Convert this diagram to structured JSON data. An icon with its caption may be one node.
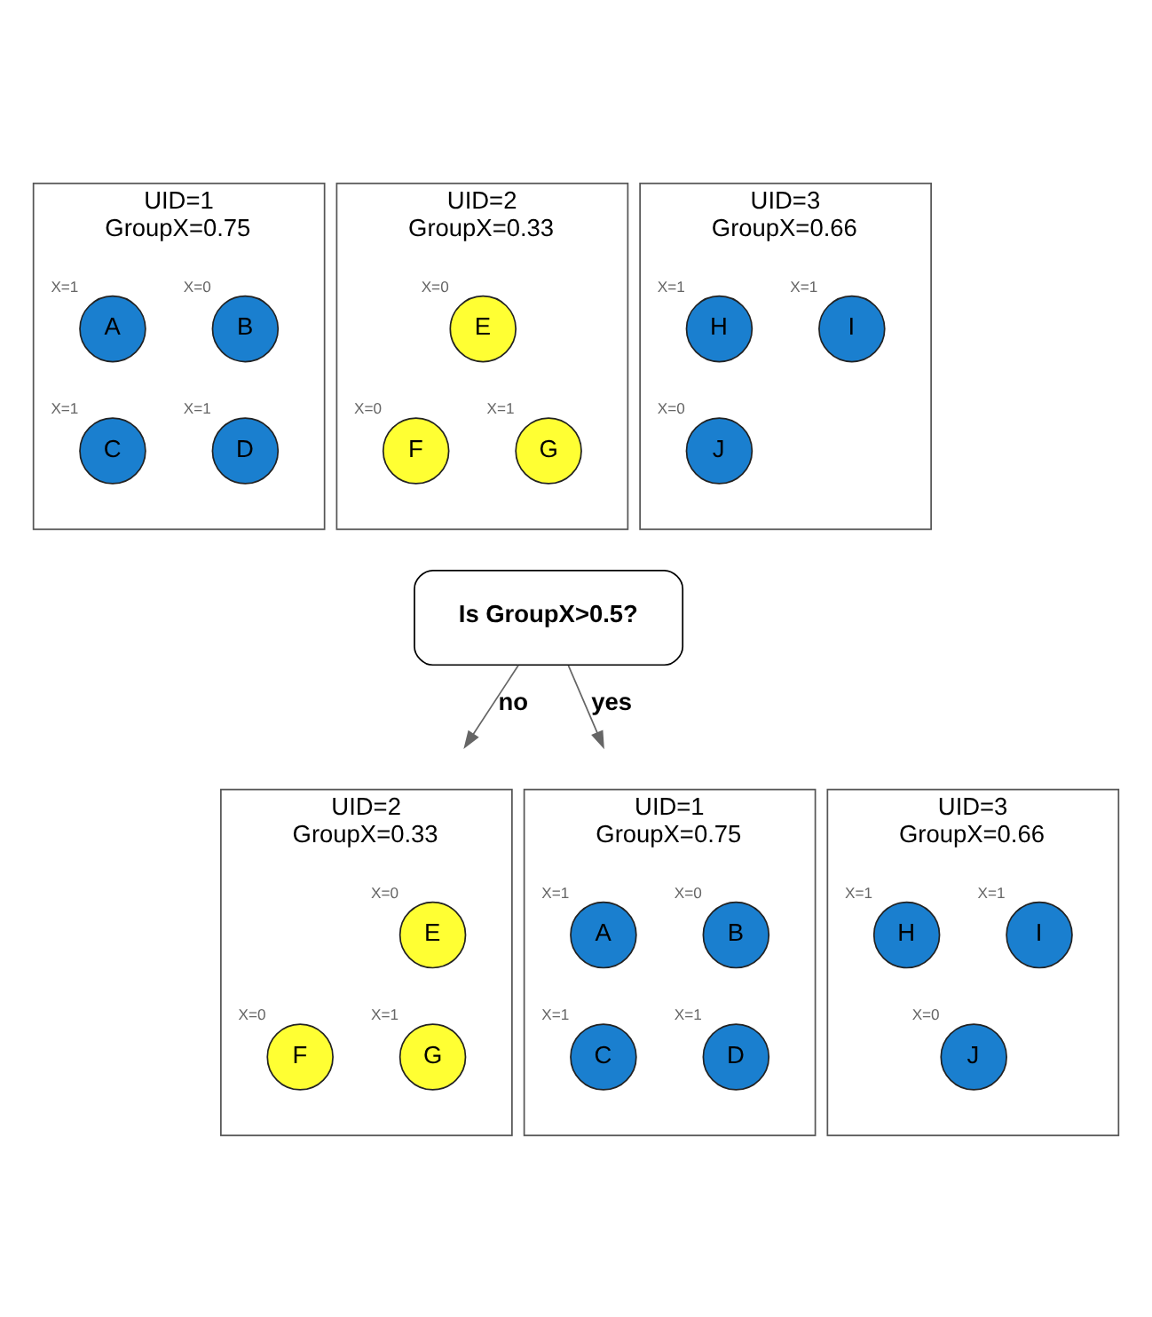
{
  "diagram": {
    "nodes": [
      {
        "text": [
          "UID=1",
          "GroupX=0.75"
        ]
      },
      {
        "text": [
          "A"
        ],
        "in": 0,
        "beside": [
          "X=1"
        ]
      },
      {
        "text": [
          "B"
        ],
        "in": 0,
        "beside": [
          "X=0"
        ]
      },
      {
        "text": [
          "C"
        ],
        "in": 0,
        "beside": [
          "X=1"
        ]
      },
      {
        "text": [
          "D"
        ],
        "in": 0,
        "beside": [
          "X=1"
        ]
      },
      {
        "text": [
          "UID=2",
          "GroupX=0.33"
        ]
      },
      {
        "text": [
          "E"
        ],
        "in": 5,
        "beside": [
          "X=0"
        ]
      },
      {
        "text": [
          "F"
        ],
        "in": 5,
        "beside": [
          "X=0"
        ]
      },
      {
        "text": [
          "G"
        ],
        "in": 5,
        "beside": [
          "X=1"
        ]
      },
      {
        "text": [
          "UID=3",
          "GroupX=0.66"
        ]
      },
      {
        "text": [
          "H"
        ],
        "in": 9,
        "beside": [
          "X=1"
        ]
      },
      {
        "text": [
          "I"
        ],
        "in": 9,
        "beside": [
          "X=1"
        ]
      },
      {
        "text": [
          "J"
        ],
        "in": 9,
        "beside": [
          "X=0"
        ]
      },
      {
        "text": [
          "Is GroupX>0.5?"
        ]
      },
      {
        "text": [
          "UID=2",
          "GroupX=0.33"
        ]
      },
      {
        "text": [
          "E"
        ],
        "in": 14,
        "beside": [
          "X=0"
        ]
      },
      {
        "text": [
          "F"
        ],
        "in": 14,
        "beside": [
          "X=0"
        ]
      },
      {
        "text": [
          "G"
        ],
        "in": 14,
        "beside": [
          "X=1"
        ]
      },
      {
        "text": [
          "UID=1",
          "GroupX=0.75"
        ]
      },
      {
        "text": [
          "A"
        ],
        "in": 18,
        "beside": [
          "X=1"
        ]
      },
      {
        "text": [
          "B"
        ],
        "in": 18,
        "beside": [
          "X=0"
        ]
      },
      {
        "text": [
          "C"
        ],
        "in": 18,
        "beside": [
          "X=1"
        ]
      },
      {
        "text": [
          "D"
        ],
        "in": 18,
        "beside": [
          "X=1"
        ]
      },
      {
        "text": [
          "UID=3",
          "GroupX=0.66"
        ]
      },
      {
        "text": [
          "H"
        ],
        "in": 23,
        "beside": [
          "X=1"
        ]
      },
      {
        "text": [
          "I"
        ],
        "in": 23,
        "beside": [
          "X=1"
        ]
      },
      {
        "text": [
          "J"
        ],
        "in": 23,
        "beside": [
          "X=0"
        ]
      }
    ],
    "edges": [
      {
        "from": 13,
        "to": null,
        "arrow": "to",
        "label": "no"
      },
      {
        "from": 13,
        "to": null,
        "arrow": "to",
        "label": "yes"
      }
    ]
  }
}
